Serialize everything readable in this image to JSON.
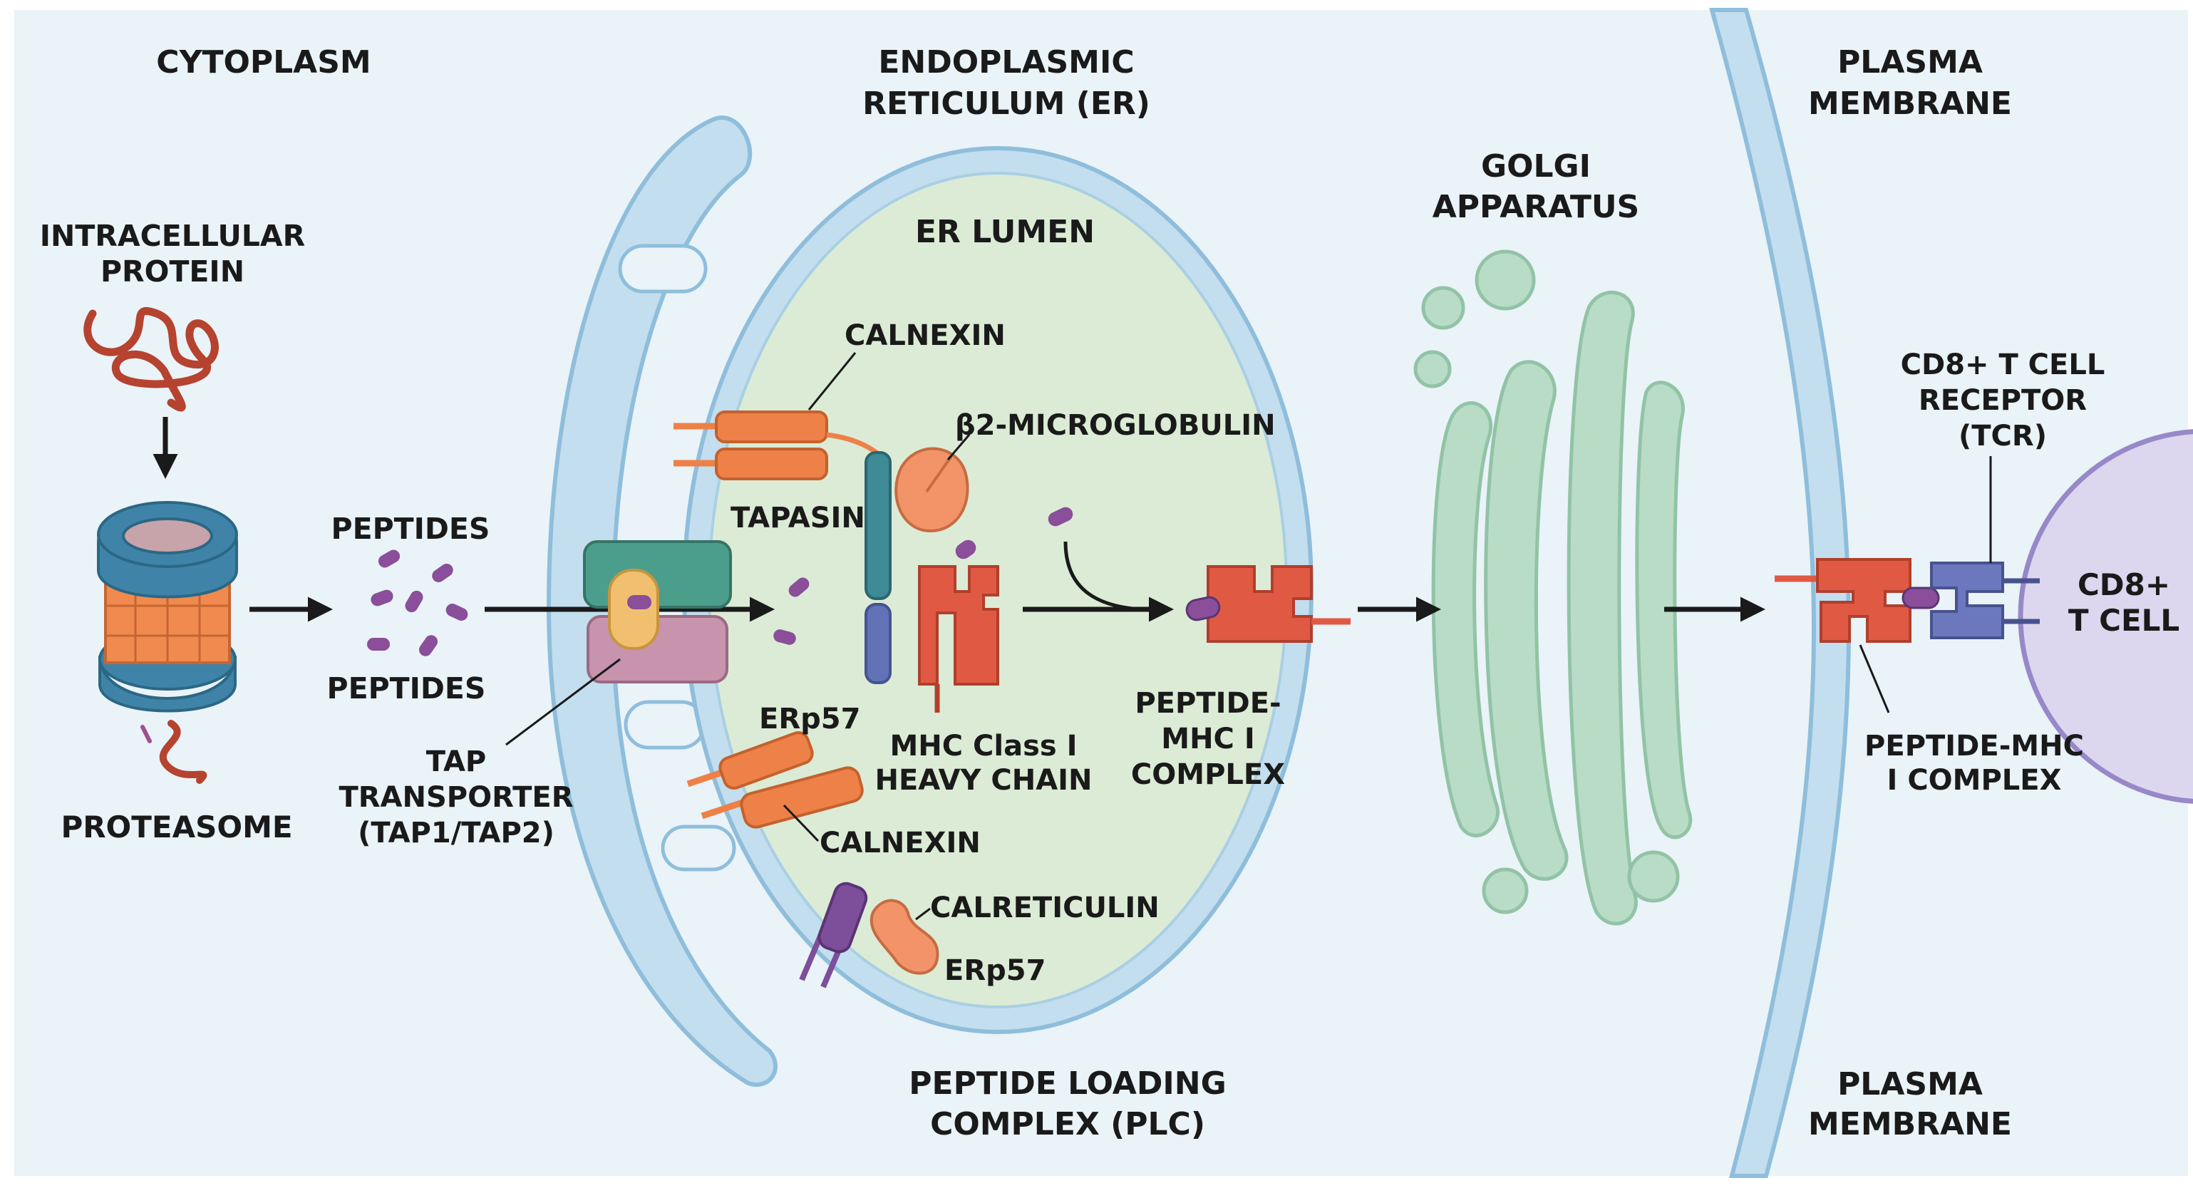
{
  "labels": {
    "cytoplasm": "CYTOPLASM",
    "er_line1": "ENDOPLASMIC",
    "er_line2": "RETICULUM (ER)",
    "pm_top_line1": "PLASMA",
    "pm_top_line2": "MEMBRANE",
    "pm_bottom_line1": "PLASMA",
    "pm_bottom_line2": "MEMBRANE",
    "intracellular_line1": "INTRACELLULAR",
    "intracellular_line2": "PROTEIN",
    "proteasome": "PROTEASOME",
    "peptides_top": "PEPTIDES",
    "peptides_bottom": "PEPTIDES",
    "tap_line1": "TAP",
    "tap_line2": "TRANSPORTER",
    "tap_line3": "(TAP1/TAP2)",
    "er_lumen": "ER LUMEN",
    "calnexin_top": "CALNEXIN",
    "b2m": "β2-MICROGLOBULIN",
    "tapasin": "TAPASIN",
    "erp57_left": "ERp57",
    "mhc_line1": "MHC Class I",
    "mhc_line2": "HEAVY CHAIN",
    "calnexin_bottom": "CALNEXIN",
    "calreticulin": "CALRETICULIN",
    "erp57_bottom": "ERp57",
    "pmhc_er_line1": "PEPTIDE-",
    "pmhc_er_line2": "MHC I",
    "pmhc_er_line3": "COMPLEX",
    "plc_line1": "PEPTIDE LOADING",
    "plc_line2": "COMPLEX (PLC)",
    "golgi_line1": "GOLGI",
    "golgi_line2": "APPARATUS",
    "tcr_line1": "CD8+ T CELL",
    "tcr_line2": "RECEPTOR",
    "tcr_line3": "(TCR)",
    "tcell_line1": "CD8+",
    "tcell_line2": "T CELL",
    "pmhc_pm_line1": "PEPTIDE-MHC",
    "pmhc_pm_line2": "I COMPLEX"
  },
  "colors": {
    "background": "#e9f3f8",
    "membrane_fill": "#c3deee",
    "membrane_stroke": "#8fbedc",
    "lumen": "#dcebd5",
    "golgi": "#b9dcc6",
    "golgi_stroke": "#92c3a6",
    "protein": "#b5432f",
    "proteasome_blue": "#3f84a8",
    "proteasome_orange": "#f08a4e",
    "peptide": "#8a4e9a",
    "tap_top": "#4c9e8c",
    "tap_bottom": "#c793ad",
    "tap_center": "#f0c070",
    "calnexin": "#ee8147",
    "tapasin": "#3e8a96",
    "erp57": "#6272b6",
    "b2m": "#f29467",
    "mhc": "#e05a43",
    "calreticulin": "#f2936a",
    "calreticulin_tm": "#7d4e9a",
    "tcr": "#6b78bd",
    "tcell": "#ddd6ef",
    "tcell_stroke": "#9788c8"
  }
}
